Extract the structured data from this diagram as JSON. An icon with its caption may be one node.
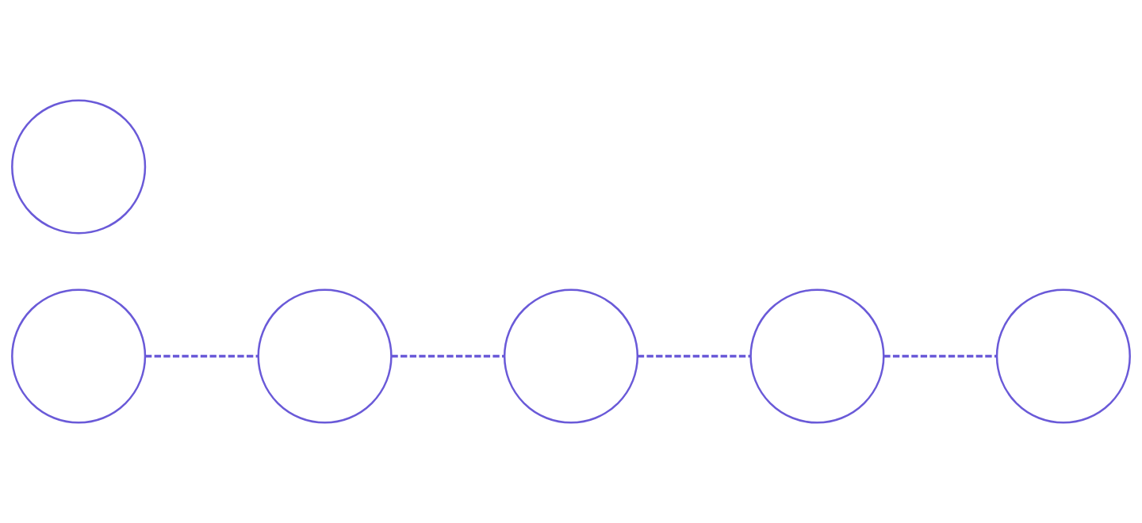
{
  "diagram": {
    "nodes": [
      {
        "text": [],
        "shape": "circle"
      },
      {
        "text": [],
        "shape": "circle"
      },
      {
        "text": [],
        "shape": "circle"
      },
      {
        "text": [],
        "shape": "circle"
      },
      {
        "text": [],
        "shape": "circle"
      },
      {
        "text": [],
        "shape": "circle"
      }
    ],
    "edges": [
      {
        "from": 0,
        "to": 1,
        "arrow": "none",
        "style": "dashed"
      },
      {
        "from": 1,
        "to": 2,
        "arrow": "none",
        "style": "dashed"
      },
      {
        "from": 2,
        "to": 4,
        "arrow": "none",
        "style": "dashed"
      },
      {
        "from": 4,
        "to": 5,
        "arrow": "none",
        "style": "dashed"
      }
    ]
  }
}
